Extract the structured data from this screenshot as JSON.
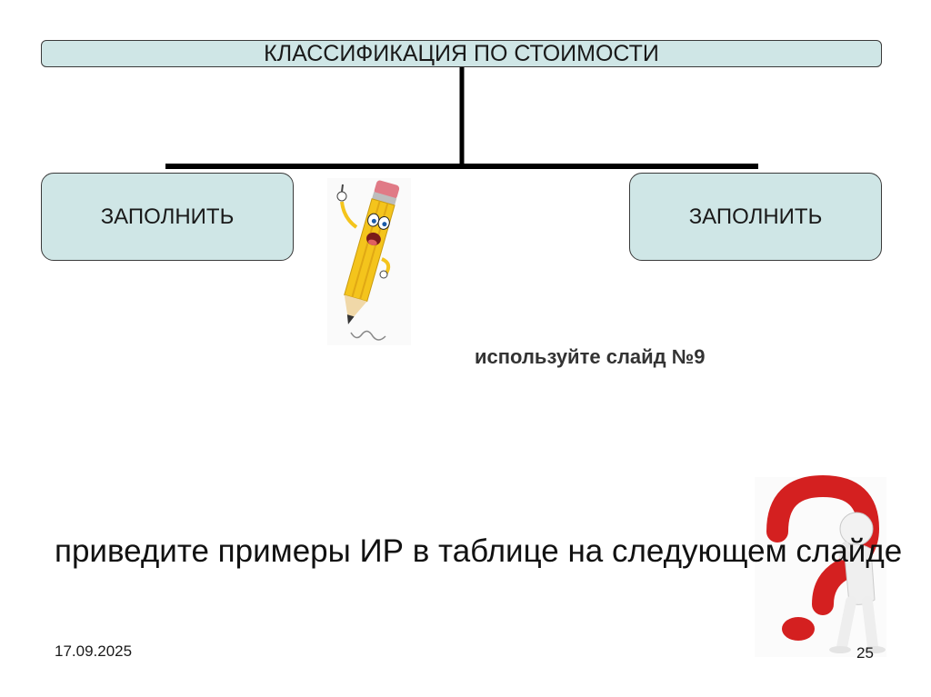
{
  "diagram": {
    "root": "КЛАССИФИКАЦИЯ ПО СТОИМОСТИ",
    "children": [
      "ЗАПОЛНИТЬ",
      "ЗАПОЛНИТЬ"
    ]
  },
  "hint": "используйте слайд №9",
  "instruction": "приведите примеры ИР в таблице на следующем слайде",
  "footer": {
    "date": "17.09.2025",
    "page": "25"
  },
  "illustrations": [
    "pencil-character-icon",
    "question-mark-figure-icon"
  ],
  "colors": {
    "box_fill": "#cfe6e6",
    "connector": "#000000",
    "question_mark": "#d42020"
  }
}
